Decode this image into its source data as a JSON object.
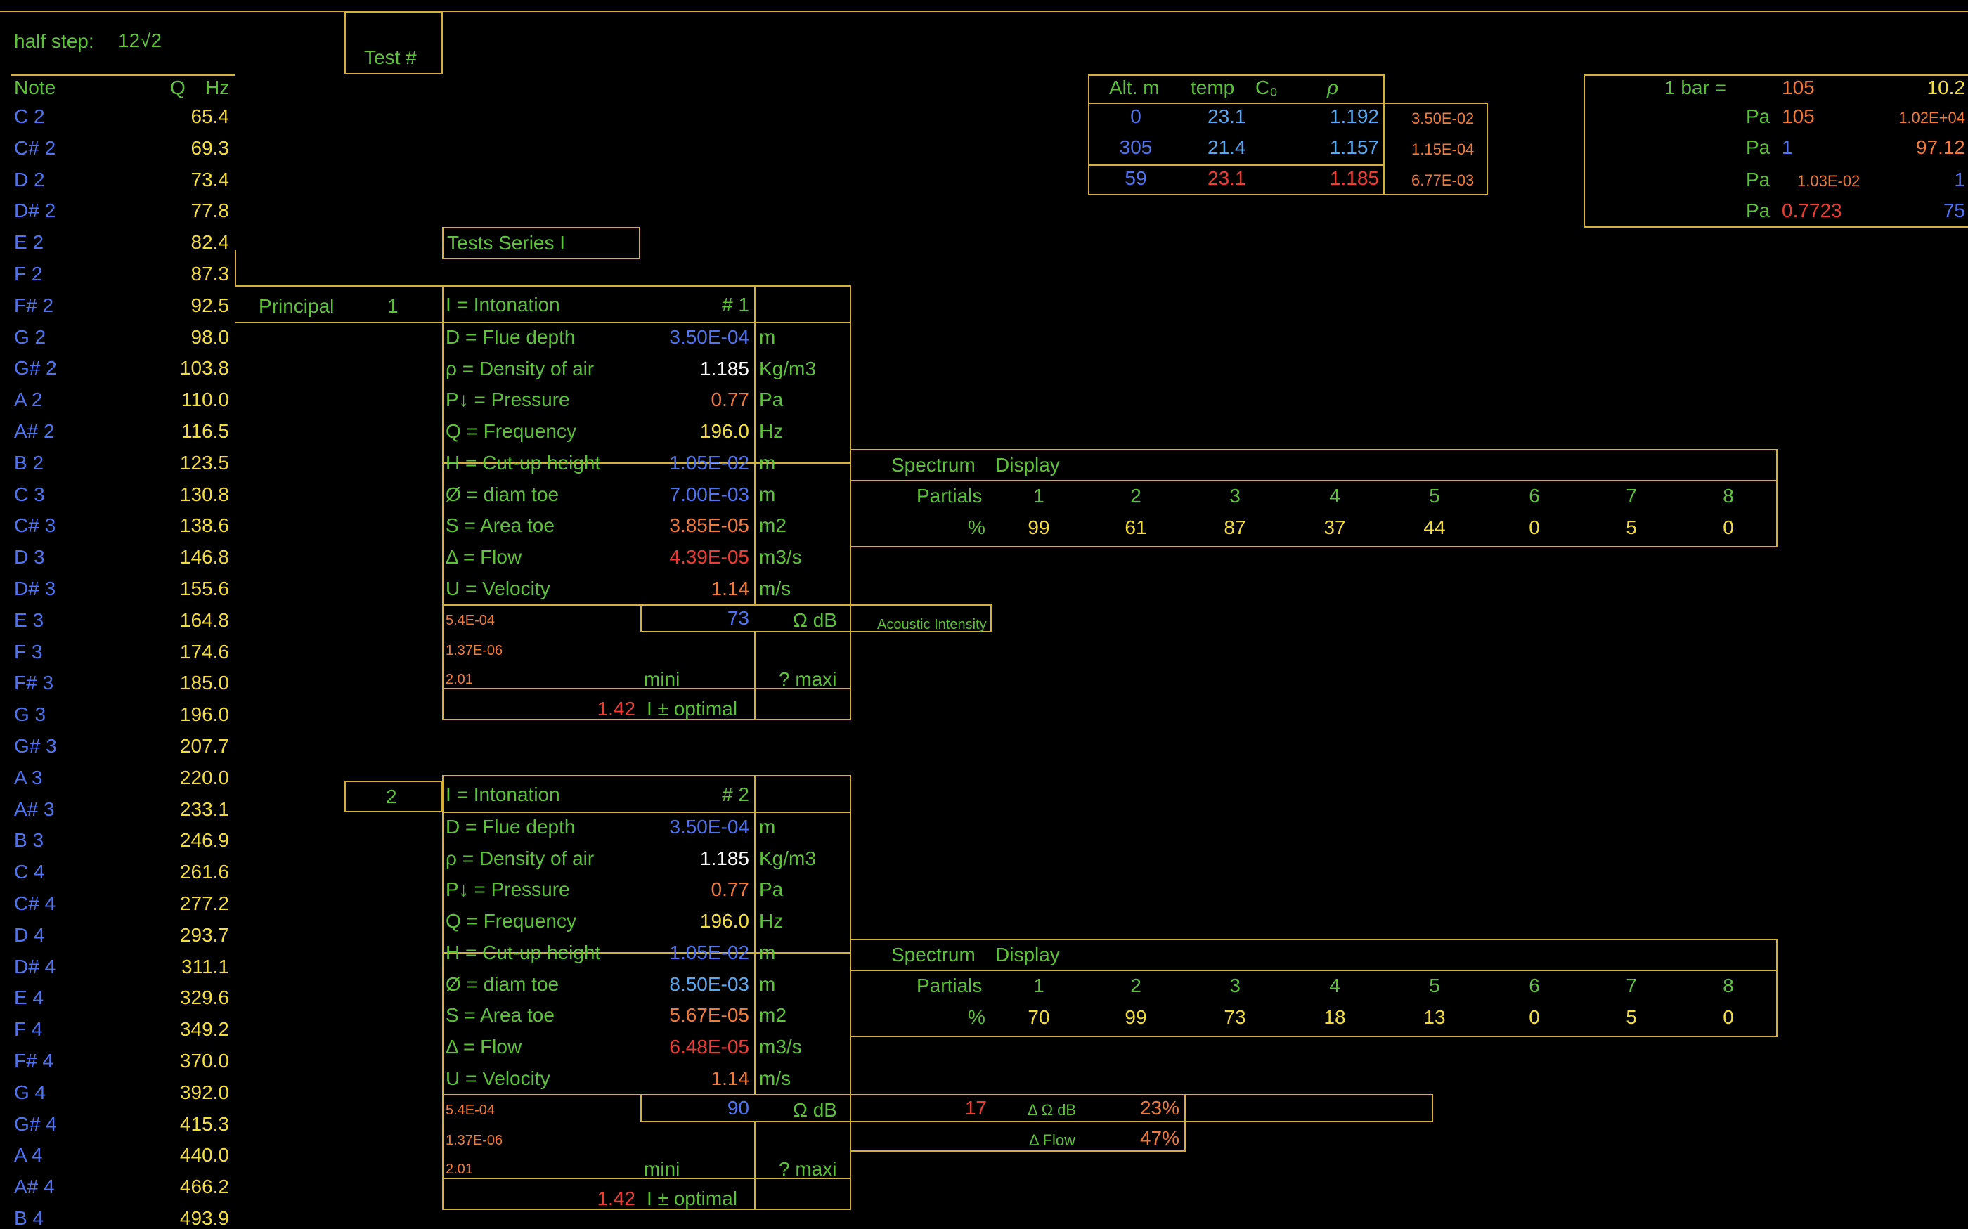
{
  "colors": {
    "green": "#5ec13c",
    "blue": "#4f73f0",
    "light_blue": "#5aa8f0",
    "yellow": "#f2dc3e",
    "orange": "#f07a3c",
    "red": "#ee3b34",
    "white": "#ffffff",
    "border": "#d4b03a",
    "background": "#000000"
  },
  "header": {
    "half_step_label": "half step:",
    "half_step_value": "12√2",
    "test_label": "Test #"
  },
  "notes": {
    "col_note": "Note",
    "col_q": "Q",
    "col_hz": "Hz",
    "rows": [
      {
        "note": "C 2",
        "hz": "65.4"
      },
      {
        "note": "C# 2",
        "hz": "69.3"
      },
      {
        "note": "D 2",
        "hz": "73.4"
      },
      {
        "note": "D# 2",
        "hz": "77.8"
      },
      {
        "note": "E 2",
        "hz": "82.4"
      },
      {
        "note": "F 2",
        "hz": "87.3"
      },
      {
        "note": "F# 2",
        "hz": "92.5"
      },
      {
        "note": "G 2",
        "hz": "98.0"
      },
      {
        "note": "G# 2",
        "hz": "103.8"
      },
      {
        "note": "A 2",
        "hz": "110.0"
      },
      {
        "note": "A# 2",
        "hz": "116.5"
      },
      {
        "note": "B 2",
        "hz": "123.5"
      },
      {
        "note": "C 3",
        "hz": "130.8"
      },
      {
        "note": "C# 3",
        "hz": "138.6"
      },
      {
        "note": "D 3",
        "hz": "146.8"
      },
      {
        "note": "D# 3",
        "hz": "155.6"
      },
      {
        "note": "E 3",
        "hz": "164.8"
      },
      {
        "note": "F 3",
        "hz": "174.6"
      },
      {
        "note": "F# 3",
        "hz": "185.0"
      },
      {
        "note": "G 3",
        "hz": "196.0"
      },
      {
        "note": "G# 3",
        "hz": "207.7"
      },
      {
        "note": "A 3",
        "hz": "220.0"
      },
      {
        "note": "A# 3",
        "hz": "233.1"
      },
      {
        "note": "B 3",
        "hz": "246.9"
      },
      {
        "note": "C 4",
        "hz": "261.6"
      },
      {
        "note": "C# 4",
        "hz": "277.2"
      },
      {
        "note": "D 4",
        "hz": "293.7"
      },
      {
        "note": "D# 4",
        "hz": "311.1"
      },
      {
        "note": "E 4",
        "hz": "329.6"
      },
      {
        "note": "F 4",
        "hz": "349.2"
      },
      {
        "note": "F# 4",
        "hz": "370.0"
      },
      {
        "note": "G 4",
        "hz": "392.0"
      },
      {
        "note": "G# 4",
        "hz": "415.3"
      },
      {
        "note": "A 4",
        "hz": "440.0"
      },
      {
        "note": "A# 4",
        "hz": "466.2"
      },
      {
        "note": "B 4",
        "hz": "493.9"
      }
    ]
  },
  "series": {
    "title": "Tests  Series I",
    "stop_name": "Principal",
    "stop_number": "1"
  },
  "air": {
    "headers": {
      "alt": "Alt. m",
      "temp": "temp",
      "c0": "C₀",
      "rho": "ρ"
    },
    "rows": [
      {
        "alt": "0",
        "temp": "23.1",
        "rho": "1.192",
        "extra": "3.50E-02"
      },
      {
        "alt": "305",
        "temp": "21.4",
        "rho": "1.157",
        "extra": "1.15E-04"
      },
      {
        "alt": "59",
        "temp": "23.1",
        "rho": "1.185",
        "extra": "6.77E-03"
      }
    ]
  },
  "pressure": {
    "bar_label": "1 bar =",
    "bar_val": "105",
    "bar_right": "10.2",
    "rows": [
      {
        "unit": "Pa",
        "val": "105",
        "right": "1.02E+04"
      },
      {
        "unit": "Pa",
        "val": "1",
        "right": "97.12"
      },
      {
        "unit": "Pa",
        "val": "1.03E-02",
        "right": "1"
      },
      {
        "unit": "Pa",
        "val": "0.7723",
        "right": "75"
      }
    ]
  },
  "tests": [
    {
      "test_number": "1",
      "title": "I = Intonation",
      "number": "# 1",
      "params": [
        {
          "label": "D = Flue depth",
          "value": "3.50E-04",
          "unit": "m"
        },
        {
          "label": "ρ = Density of air",
          "value": "1.185",
          "unit": "Kg/m3"
        },
        {
          "label": "P↓ = Pressure",
          "value": "0.77",
          "unit": "Pa"
        },
        {
          "label": "Q = Frequency",
          "value": "196.0",
          "unit": "Hz"
        },
        {
          "label": "H = Cut-up height",
          "value": "1.05E-02",
          "unit": "m"
        },
        {
          "label": "Ø = diam toe",
          "value": "7.00E-03",
          "unit": "m"
        },
        {
          "label": "S = Area toe",
          "value": "3.85E-05",
          "unit": "m2"
        },
        {
          "label": "Δ = Flow",
          "value": "4.39E-05",
          "unit": "m3/s"
        },
        {
          "label": "U = Velocity",
          "value": "1.14",
          "unit": "m/s"
        }
      ],
      "calc1": "5.4E-04",
      "calc2": "1.37E-06",
      "calc3": "2.01",
      "db_value": "73",
      "db_label": "Ω dB",
      "acoustic_label": "Acoustic Intensity",
      "mini": "mini",
      "maxi": "?  maxi",
      "optimal_value": "1.42",
      "optimal_label": "I  ± optimal",
      "spectrum": {
        "title": "Spectrum",
        "display": "Display",
        "partials_label": "Partials",
        "percent_label": "%",
        "partials": [
          "1",
          "2",
          "3",
          "4",
          "5",
          "6",
          "7",
          "8"
        ],
        "percent": [
          "99",
          "61",
          "87",
          "37",
          "44",
          "0",
          "5",
          "0"
        ]
      }
    },
    {
      "test_number": "2",
      "title": "I = Intonation",
      "number": "# 2",
      "params": [
        {
          "label": "D = Flue depth",
          "value": "3.50E-04",
          "unit": "m"
        },
        {
          "label": "ρ = Density of air",
          "value": "1.185",
          "unit": "Kg/m3"
        },
        {
          "label": "P↓ = Pressure",
          "value": "0.77",
          "unit": "Pa"
        },
        {
          "label": "Q = Frequency",
          "value": "196.0",
          "unit": "Hz"
        },
        {
          "label": "H = Cut-up height",
          "value": "1.05E-02",
          "unit": "m"
        },
        {
          "label": "Ø = diam toe",
          "value": "8.50E-03",
          "unit": "m"
        },
        {
          "label": "S = Area toe",
          "value": "5.67E-05",
          "unit": "m2"
        },
        {
          "label": "Δ = Flow",
          "value": "6.48E-05",
          "unit": "m3/s"
        },
        {
          "label": "U = Velocity",
          "value": "1.14",
          "unit": "m/s"
        }
      ],
      "calc1": "5.4E-04",
      "calc2": "1.37E-06",
      "calc3": "2.01",
      "db_value": "90",
      "db_label": "Ω dB",
      "delta_db_value": "17",
      "delta_db_label": "Δ Ω dB",
      "delta_db_pct": "23%",
      "delta_flow_label": "Δ Flow",
      "delta_flow_pct": "47%",
      "mini": "mini",
      "maxi": "?  maxi",
      "optimal_value": "1.42",
      "optimal_label": "I  ± optimal",
      "spectrum": {
        "title": "Spectrum",
        "display": "Display",
        "partials_label": "Partials",
        "percent_label": "%",
        "partials": [
          "1",
          "2",
          "3",
          "4",
          "5",
          "6",
          "7",
          "8"
        ],
        "percent": [
          "70",
          "99",
          "73",
          "18",
          "13",
          "0",
          "5",
          "0"
        ]
      }
    }
  ]
}
